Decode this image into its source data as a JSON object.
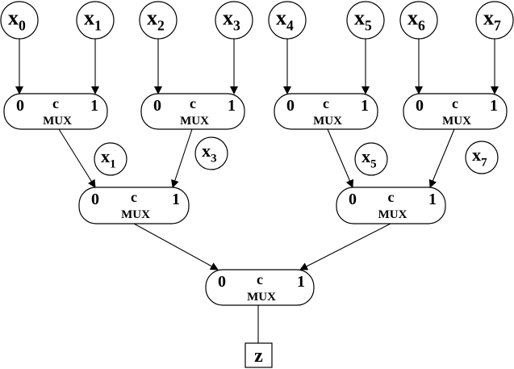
{
  "diagram": {
    "title": "8-to-1 multiplexer tree",
    "colors": {
      "stroke": "#000000",
      "background": "#ffffff",
      "text": "#000000"
    },
    "mux_labels": {
      "input0": "0",
      "input1": "1",
      "control": "c",
      "name": "MUX"
    },
    "inputs": [
      {
        "id": "x0",
        "base": "x",
        "sub": "0"
      },
      {
        "id": "x1",
        "base": "x",
        "sub": "1"
      },
      {
        "id": "x2",
        "base": "x",
        "sub": "2"
      },
      {
        "id": "x3",
        "base": "x",
        "sub": "3"
      },
      {
        "id": "x4",
        "base": "x",
        "sub": "4"
      },
      {
        "id": "x5",
        "base": "x",
        "sub": "5"
      },
      {
        "id": "x6",
        "base": "x",
        "sub": "6"
      },
      {
        "id": "x7",
        "base": "x",
        "sub": "7"
      }
    ],
    "control_annotations": [
      {
        "id": "ctrl-l2-left",
        "base": "x",
        "sub": "1"
      },
      {
        "id": "ctrl-l2-left-b",
        "base": "x",
        "sub": "3"
      },
      {
        "id": "ctrl-l2-right",
        "base": "x",
        "sub": "5"
      },
      {
        "id": "ctrl-l2-right-b",
        "base": "x",
        "sub": "7"
      }
    ],
    "muxes": [
      {
        "id": "mux-1a",
        "level": 1,
        "in0": "x0",
        "in1": "x1"
      },
      {
        "id": "mux-1b",
        "level": 1,
        "in0": "x2",
        "in1": "x3"
      },
      {
        "id": "mux-1c",
        "level": 1,
        "in0": "x4",
        "in1": "x5"
      },
      {
        "id": "mux-1d",
        "level": 1,
        "in0": "x6",
        "in1": "x7"
      },
      {
        "id": "mux-2a",
        "level": 2,
        "in0": "mux-1a",
        "in1": "mux-1b"
      },
      {
        "id": "mux-2b",
        "level": 2,
        "in0": "mux-1c",
        "in1": "mux-1d"
      },
      {
        "id": "mux-3",
        "level": 3,
        "in0": "mux-2a",
        "in1": "mux-2b"
      }
    ],
    "output": {
      "id": "z",
      "label": "z"
    }
  }
}
